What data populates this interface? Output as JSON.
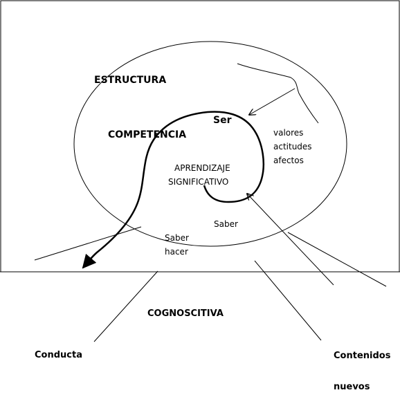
{
  "labels": {
    "estructura": "ESTRUCTURA",
    "competencia": "COMPETENCIA",
    "ser": "Ser",
    "aprendizaje": "APRENDIZAJE",
    "significativo": "SIGNIFICATIVO",
    "valores": "valores",
    "actitudes": "actitudes",
    "afectos": "afectos",
    "saber": "Saber",
    "saber_line1": "Saber",
    "saber_line2": "hacer",
    "cognoscitiva": "COGNOSCITIVA",
    "conducta": "Conducta",
    "contenidos": "Contenidos",
    "nuevos": "nuevos"
  },
  "colors": {
    "stroke": "#000000",
    "background": "#ffffff"
  }
}
